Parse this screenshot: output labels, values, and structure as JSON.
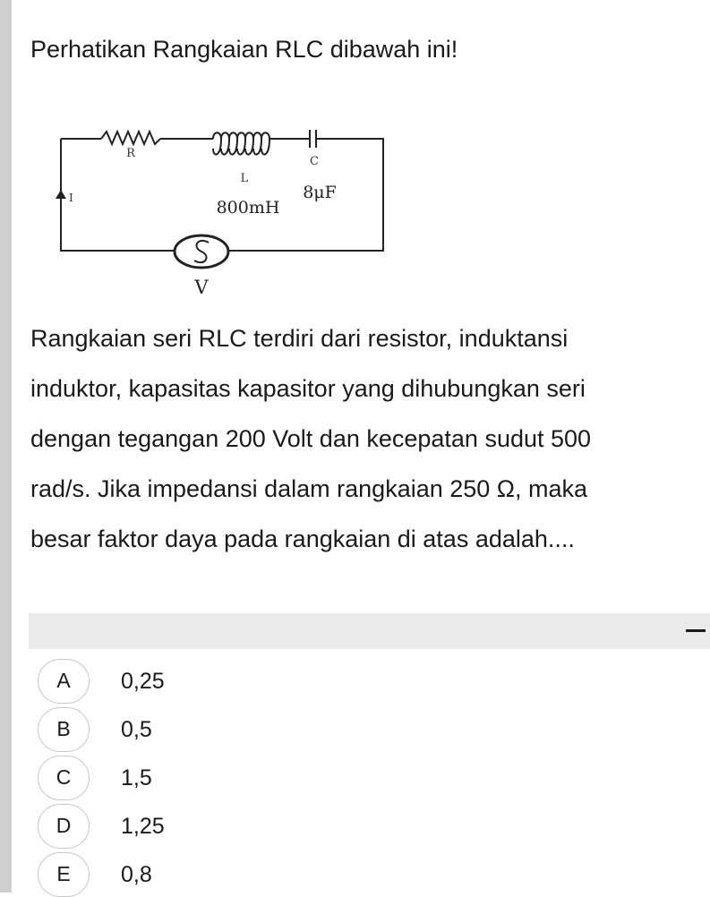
{
  "question": {
    "title": "Perhatikan Rangkaian RLC dibawah ini!",
    "body_lines": [
      "Rangkaian seri RLC terdiri dari resistor, induktansi",
      "induktor, kapasitas kapasitor yang dihubungkan seri",
      "dengan tegangan 200 Volt dan kecepatan sudut 500",
      "rad/s. Jika impedansi dalam rangkaian 250 Ω, maka",
      "besar faktor daya pada rangkaian di atas adalah...."
    ]
  },
  "circuit": {
    "resistor_label": "R",
    "inductor_label": "L",
    "capacitor_label": "C",
    "current_label": "I",
    "source_label": "V",
    "inductance_value": "800mH",
    "capacitance_value": "8μF"
  },
  "options_header": {
    "icon": "collapse-minus-icon"
  },
  "options": [
    {
      "letter": "A",
      "text": "0,25"
    },
    {
      "letter": "B",
      "text": "0,5"
    },
    {
      "letter": "C",
      "text": "1,5"
    },
    {
      "letter": "D",
      "text": "1,25"
    },
    {
      "letter": "E",
      "text": "0,8"
    }
  ]
}
